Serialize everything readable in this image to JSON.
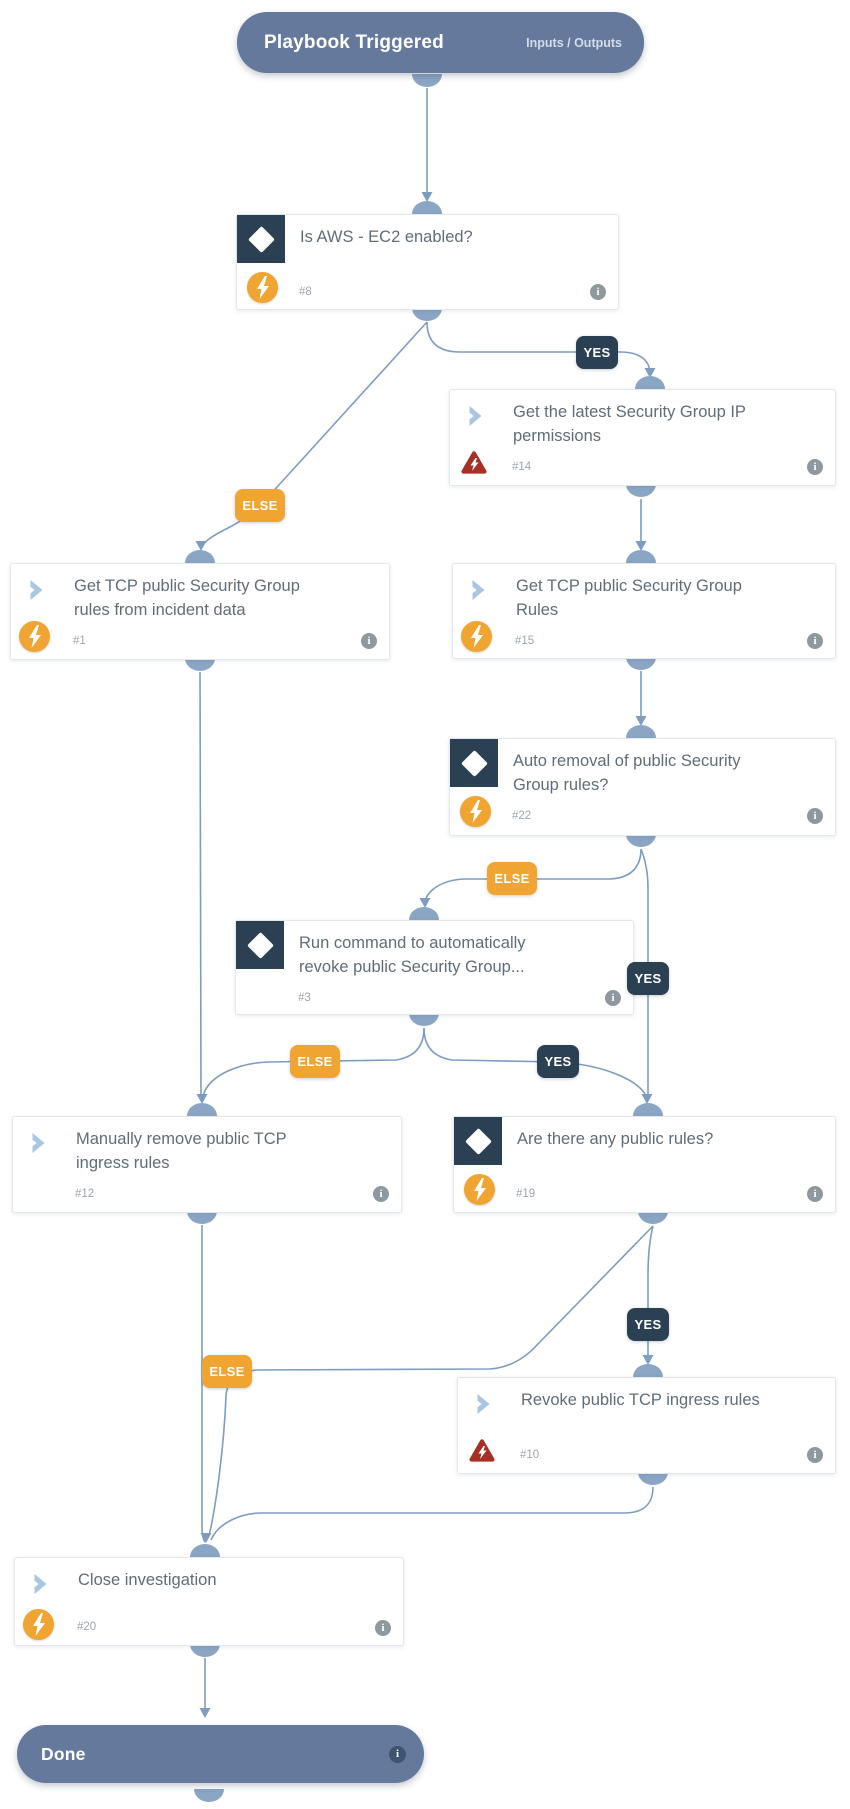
{
  "header": {
    "title": "Playbook Triggered",
    "io_button": "Inputs / Outputs"
  },
  "done": {
    "label": "Done"
  },
  "branch_labels": {
    "yes": "YES",
    "else": "ELSE"
  },
  "nodes": [
    {
      "id": "8",
      "number": "#8",
      "type": "condition",
      "status_icon": "lightning-circle",
      "title_line1": "Is AWS - EC2 enabled?",
      "title_line2": ""
    },
    {
      "id": "14",
      "number": "#14",
      "type": "task",
      "status_icon": "error-triangle",
      "title_line1": "Get the latest Security Group IP",
      "title_line2": "permissions"
    },
    {
      "id": "1",
      "number": "#1",
      "type": "task",
      "status_icon": "lightning-circle",
      "title_line1": "Get TCP public Security Group",
      "title_line2": "rules from incident data"
    },
    {
      "id": "15",
      "number": "#15",
      "type": "task",
      "status_icon": "lightning-circle",
      "title_line1": "Get TCP public Security Group",
      "title_line2": "Rules"
    },
    {
      "id": "22",
      "number": "#22",
      "type": "condition",
      "status_icon": "lightning-circle",
      "title_line1": "Auto removal of public Security",
      "title_line2": "Group rules?"
    },
    {
      "id": "3",
      "number": "#3",
      "type": "condition",
      "status_icon": "none",
      "title_line1": "Run command to automatically",
      "title_line2": "revoke public Security Group..."
    },
    {
      "id": "12",
      "number": "#12",
      "type": "task",
      "status_icon": "none",
      "title_line1": "Manually remove public TCP",
      "title_line2": "ingress rules"
    },
    {
      "id": "19",
      "number": "#19",
      "type": "condition",
      "status_icon": "lightning-circle",
      "title_line1": "Are there any public rules?",
      "title_line2": ""
    },
    {
      "id": "10",
      "number": "#10",
      "type": "task",
      "status_icon": "error-triangle",
      "title_line1": "Revoke public TCP ingress rules",
      "title_line2": ""
    },
    {
      "id": "20",
      "number": "#20",
      "type": "task",
      "status_icon": "lightning-circle",
      "title_line1": "Close investigation",
      "title_line2": ""
    }
  ],
  "edges": [
    {
      "from": "Playbook Triggered",
      "to": "#8",
      "label": ""
    },
    {
      "from": "#8",
      "to": "#14",
      "label": "YES"
    },
    {
      "from": "#8",
      "to": "#1",
      "label": "ELSE"
    },
    {
      "from": "#14",
      "to": "#15",
      "label": ""
    },
    {
      "from": "#15",
      "to": "#22",
      "label": ""
    },
    {
      "from": "#22",
      "to": "#3",
      "label": "ELSE"
    },
    {
      "from": "#22",
      "to": "#19",
      "label": "YES"
    },
    {
      "from": "#3",
      "to": "#12",
      "label": "ELSE"
    },
    {
      "from": "#3",
      "to": "#19",
      "label": "YES"
    },
    {
      "from": "#1",
      "to": "#12",
      "label": ""
    },
    {
      "from": "#19",
      "to": "#10",
      "label": "YES"
    },
    {
      "from": "#19",
      "to": "#20",
      "label": "ELSE"
    },
    {
      "from": "#12",
      "to": "#20",
      "label": ""
    },
    {
      "from": "#10",
      "to": "#20",
      "label": ""
    },
    {
      "from": "#20",
      "to": "Done",
      "label": ""
    }
  ],
  "colors": {
    "slate_bar": "#64799c",
    "condition_navy": "#2b4052",
    "branch_yes": "#2b4052",
    "branch_else": "#f0a431",
    "lightning_orange": "#f0a431",
    "error_red": "#a73026",
    "wire_blue": "#7e9cc0",
    "connector_dome": "#8ba5c5",
    "title_text": "#5f6d79",
    "card_border": "#e3e6ea"
  }
}
